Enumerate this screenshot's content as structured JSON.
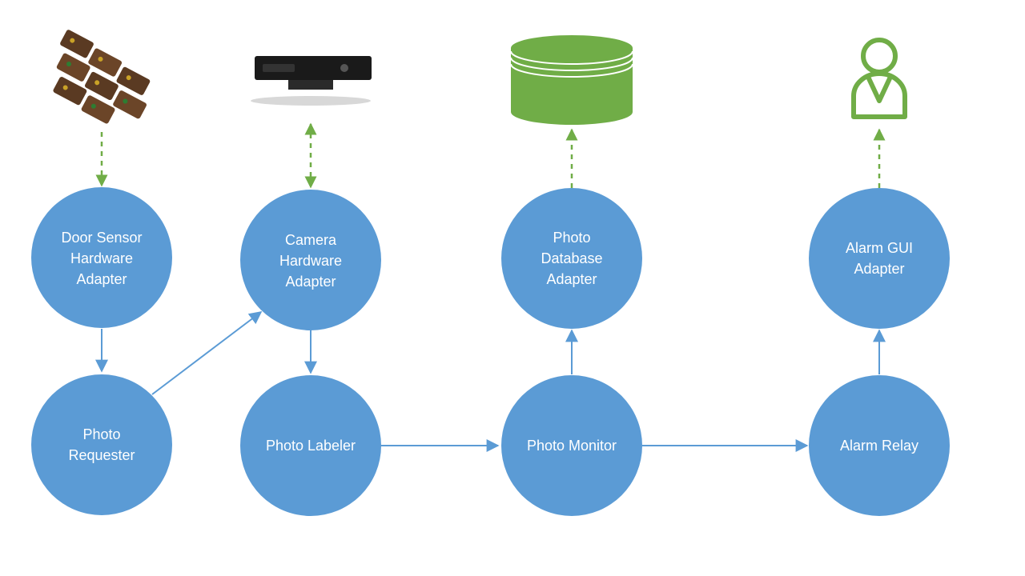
{
  "colors": {
    "node_fill": "#5b9bd5",
    "edge": "#5b9bd5",
    "external_edge": "#70ad47",
    "icon_green": "#70ad47",
    "label": "#ffffff"
  },
  "nodes": [
    {
      "id": "door-sensor-hardware-adapter",
      "lines": [
        "Door Sensor",
        "Hardware",
        "Adapter"
      ]
    },
    {
      "id": "camera-hardware-adapter",
      "lines": [
        "Camera",
        "Hardware",
        "Adapter"
      ]
    },
    {
      "id": "photo-database-adapter",
      "lines": [
        "Photo",
        "Database",
        "Adapter"
      ]
    },
    {
      "id": "alarm-gui-adapter",
      "lines": [
        "Alarm GUI",
        "Adapter"
      ]
    },
    {
      "id": "photo-requester",
      "lines": [
        "Photo",
        "Requester"
      ]
    },
    {
      "id": "photo-labeler",
      "lines": [
        "Photo Labeler"
      ]
    },
    {
      "id": "photo-monitor",
      "lines": [
        "Photo Monitor"
      ]
    },
    {
      "id": "alarm-relay",
      "lines": [
        "Alarm Relay"
      ]
    }
  ],
  "edges": [
    {
      "from": "door-sensor-hardware-adapter",
      "to": "photo-requester"
    },
    {
      "from": "photo-requester",
      "to": "camera-hardware-adapter"
    },
    {
      "from": "camera-hardware-adapter",
      "to": "photo-labeler"
    },
    {
      "from": "photo-labeler",
      "to": "photo-monitor"
    },
    {
      "from": "photo-monitor",
      "to": "photo-database-adapter"
    },
    {
      "from": "photo-monitor",
      "to": "alarm-relay"
    },
    {
      "from": "alarm-relay",
      "to": "alarm-gui-adapter"
    }
  ],
  "externals": [
    {
      "id": "door-sensors",
      "icon": "sensor-board-icon",
      "links": "door-sensor-hardware-adapter",
      "direction": "to-node"
    },
    {
      "id": "camera",
      "icon": "camera-device-icon",
      "links": "camera-hardware-adapter",
      "direction": "bidirectional"
    },
    {
      "id": "database",
      "icon": "database-icon",
      "links": "photo-database-adapter",
      "direction": "from-node"
    },
    {
      "id": "user",
      "icon": "user-icon",
      "links": "alarm-gui-adapter",
      "direction": "from-node"
    }
  ]
}
